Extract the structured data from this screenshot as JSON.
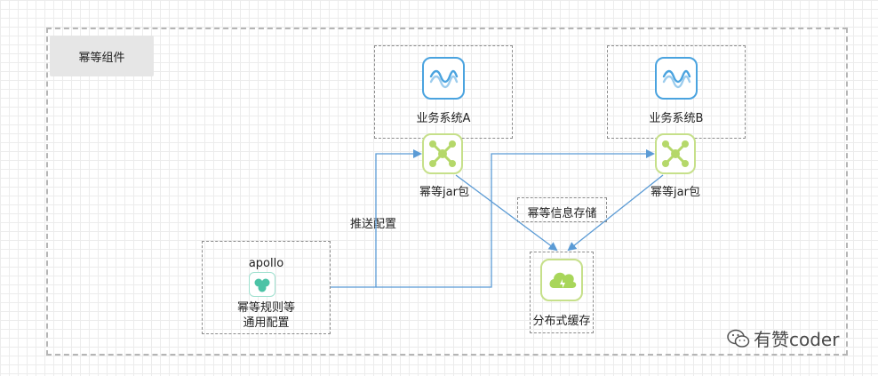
{
  "group_label": "幂等组件",
  "system_a": {
    "title": "业务系统A",
    "jar_label": "幂等jar包"
  },
  "system_b": {
    "title": "业务系统B",
    "jar_label": "幂等jar包"
  },
  "apollo": {
    "title": "apollo",
    "desc_line1": "幂等规则等",
    "desc_line2": "通用配置"
  },
  "push_label": "推送配置",
  "info_store_label": "幂等信息存储",
  "cache_label": "分布式缓存",
  "watermark": "有赞coder",
  "colors": {
    "arrow": "#5b9bd5",
    "system_icon": "#4aa3df",
    "jar_icon": "#b5d86a",
    "cache_icon": "#a8d65a",
    "apollo_icon": "#4cc3a6"
  },
  "icons": {
    "system": "wave-icon",
    "jar": "hub-icon",
    "cache": "cloud-icon",
    "apollo": "apollo-icon",
    "watermark": "wechat-icon"
  }
}
